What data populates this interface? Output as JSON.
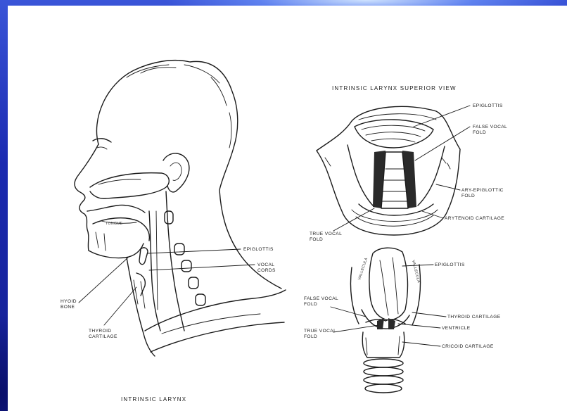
{
  "titles": {
    "superior_view": "Intrinsic Larynx Superior View",
    "bottom_caption": "Intrinsic Larynx"
  },
  "head_labels": {
    "tongue": "Tongue",
    "epiglottis": "Epiglottis",
    "vocal_cords": "Vocal Cords",
    "hyoid_bone": "Hyoid Bone",
    "thyroid_cartilage": "Thyroid Cartilage"
  },
  "superior_labels": {
    "epiglottis": "Epiglottis",
    "false_vocal_fold": "False Vocal Fold",
    "ary_epiglottic_fold": "Ary-Epiglottic Fold",
    "arytenoid_cartilage": "Arytenoid Cartilage",
    "true_vocal_fold": "True Vocal Fold"
  },
  "posterior_labels": {
    "epiglottis": "Epiglottis",
    "false_vocal_fold": "False Vocal Fold",
    "thyroid_cartilage": "Thyroid Cartilage",
    "ventricle": "Ventricle",
    "true_vocal_fold": "True Vocal Fold",
    "cricoid_cartilage": "Cricoid Cartilage",
    "side_left": "Vallecula",
    "side_right": "Vallecula"
  }
}
